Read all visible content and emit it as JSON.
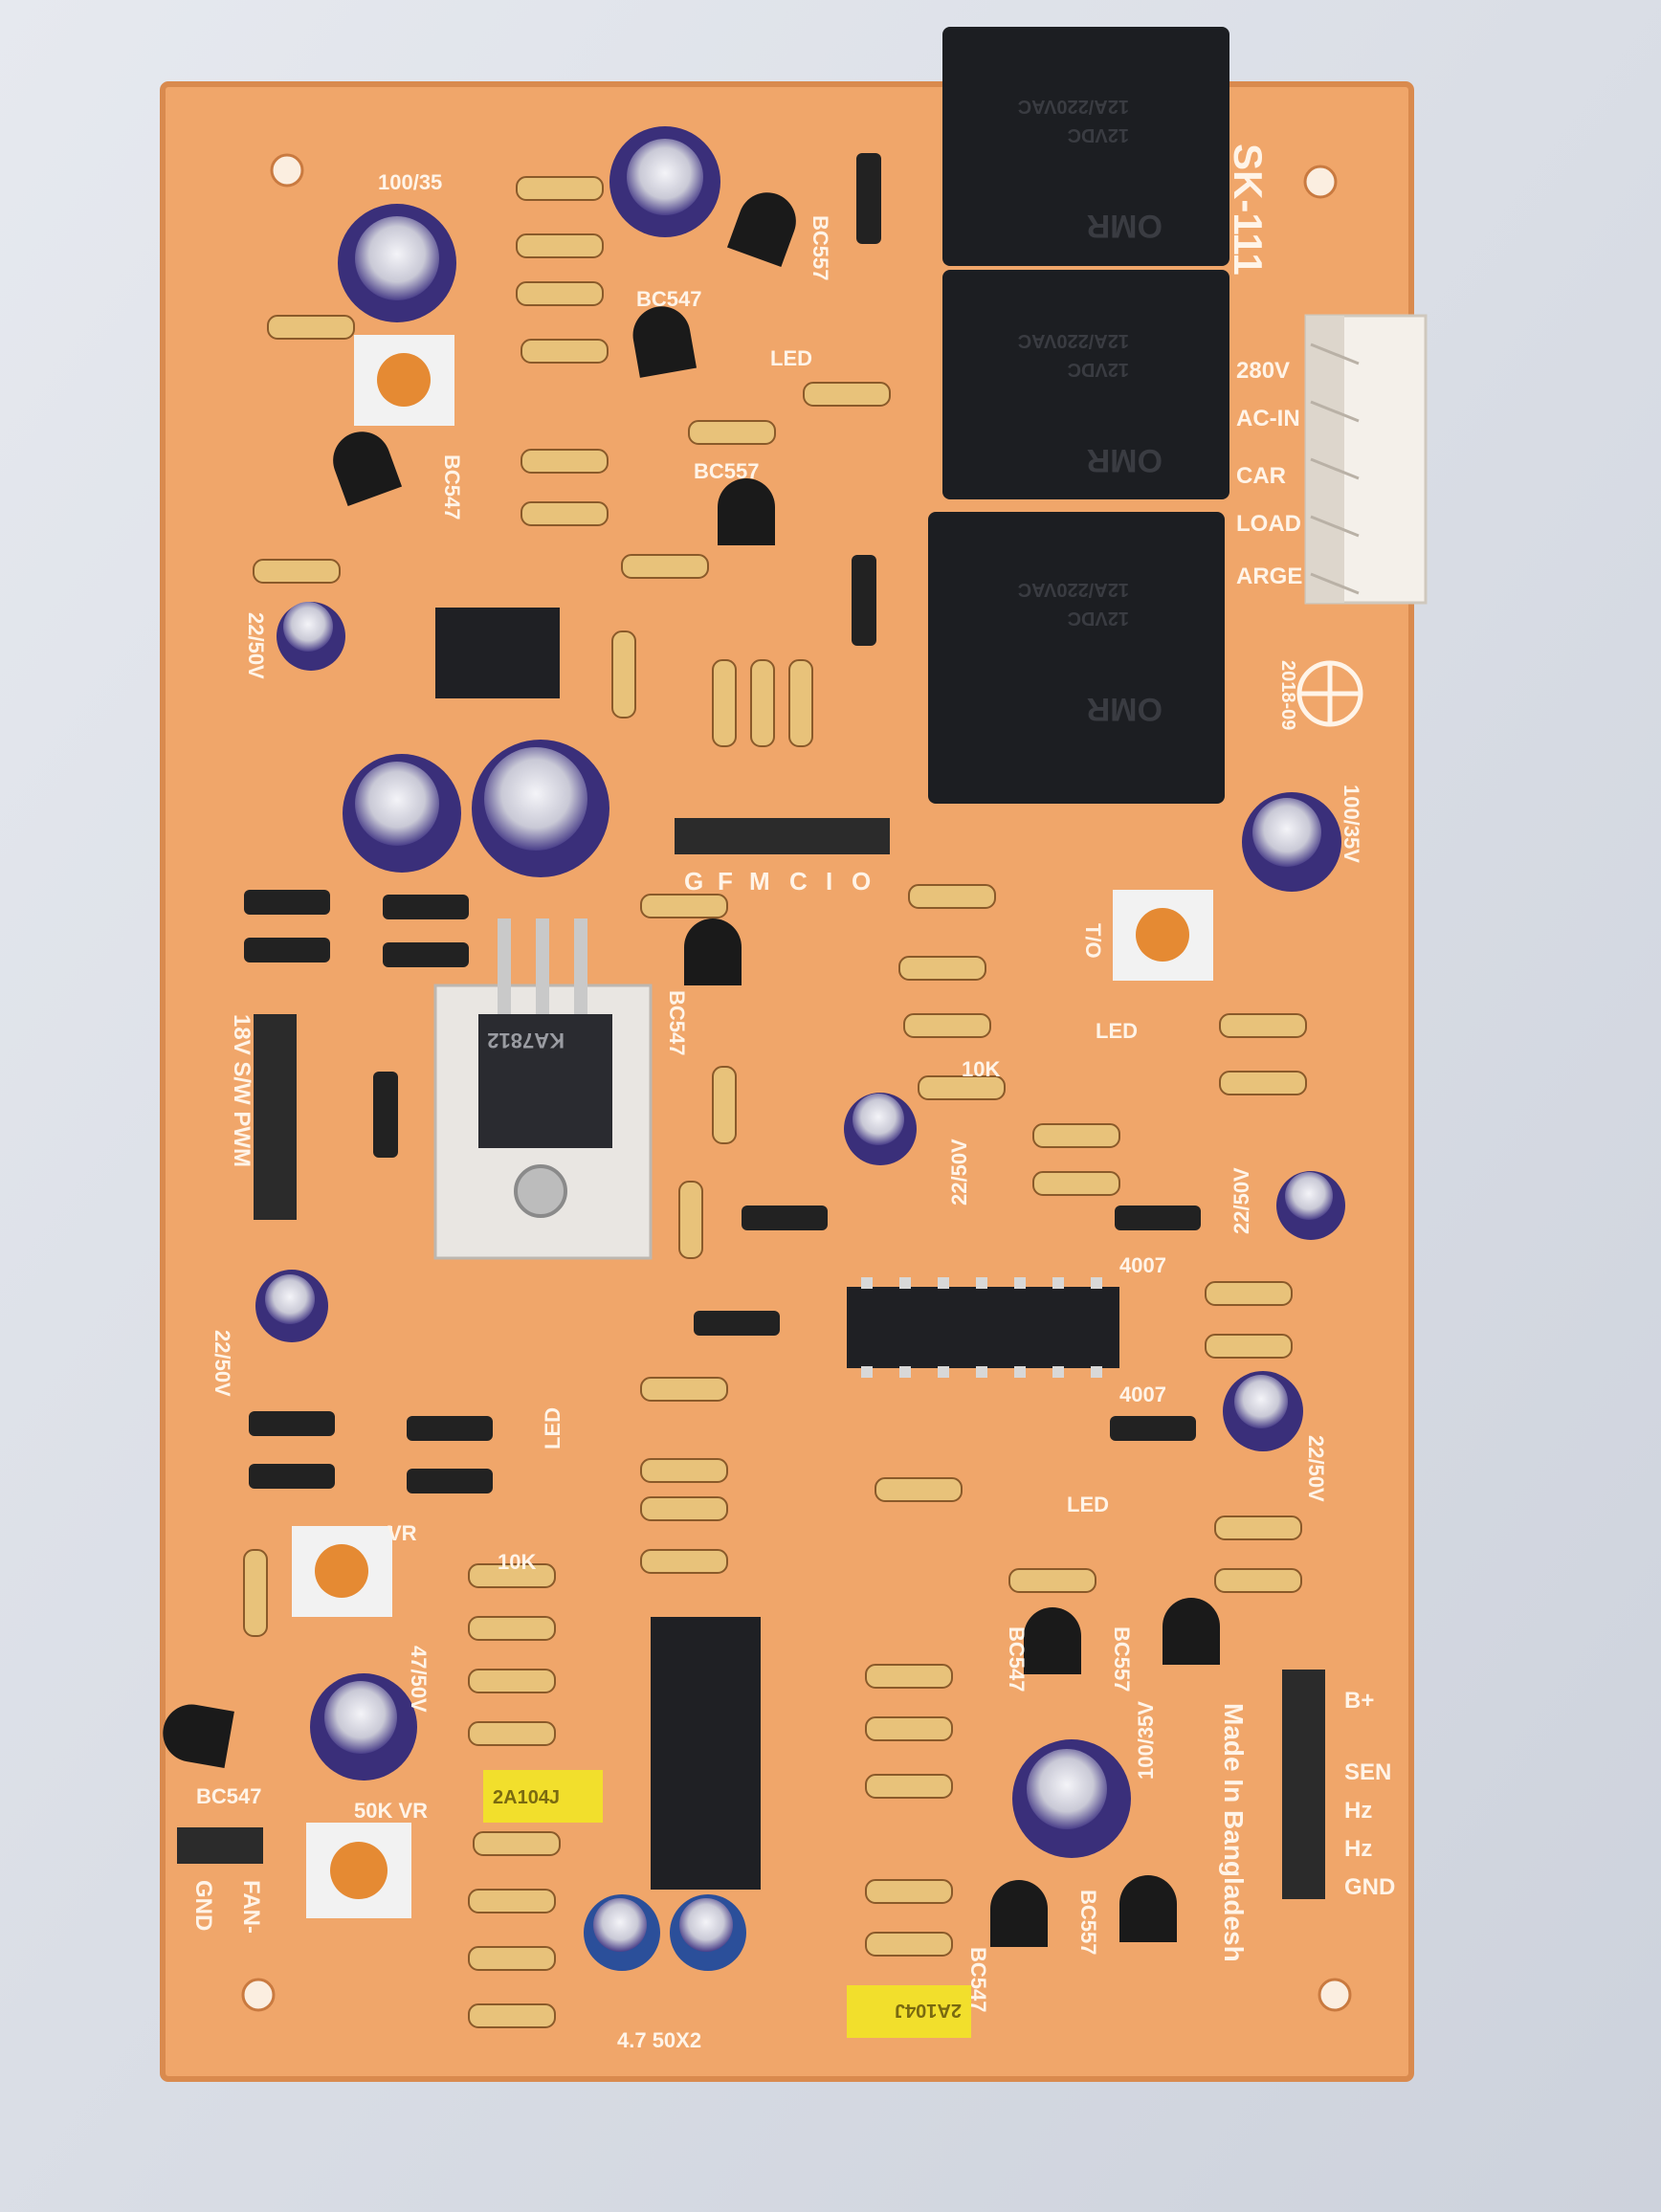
{
  "board": {
    "model": "SK-111",
    "date": "2018-09",
    "origin": "Made In Bangladesh",
    "colors": {
      "pcb": "#f0a66a",
      "pcb_edge": "#d98a4e",
      "silk": "#fff4e8",
      "relay": "#1c1e22",
      "cap": "#3a2f7a",
      "resistor": "#e8c27a",
      "diode": "#222222",
      "ic": "#1f2024",
      "trimmer": "#f2f2f2",
      "film_cap": "#f2df2c"
    }
  },
  "relays": [
    {
      "brand": "OMR",
      "rating1": "12VDC",
      "rating2": "12A/220VAC"
    },
    {
      "brand": "OMR",
      "rating1": "12VDC",
      "rating2": "12A/220VAC"
    },
    {
      "brand": "OMR",
      "rating1": "12VDC",
      "rating2": "12A/220VAC"
    }
  ],
  "terminal_labels": [
    "280V",
    "AC-IN",
    "CAR",
    "LOAD",
    "ARGE"
  ],
  "connector_header_labels": [
    "G",
    "F",
    "M",
    "C",
    "I",
    "O"
  ],
  "connector_bottom_right_labels": [
    "B+",
    "SEN",
    "Hz",
    "Hz",
    "GND"
  ],
  "regulator": {
    "part": "KA7812"
  },
  "silkscreen": {
    "cap_100_35_top": "100/35",
    "bc547_a": "BC547",
    "bc557_a": "BC557",
    "bc547_b": "BC547",
    "bc557_b": "BC557",
    "cap_22_50_a": "22/50V",
    "led_a": "LED",
    "cap_100_35_right": "100/35V",
    "to_label": "T/O",
    "led_b": "LED",
    "bc547_c": "BC547",
    "switch_label": "18V S/W PWM",
    "cap_22_50_b": "22/50V",
    "cap_22_50_c": "22/50V",
    "d4007_a": "4007",
    "d4007_b": "4007",
    "cap_22_50_d": "22/50V",
    "led_c": "LED",
    "led_d": "LED",
    "cap_22_50_e": "22/50V",
    "cap_47_50": "47/50V",
    "vr_a": "VR",
    "vr_b": "50K VR",
    "bc547_d": "BC547",
    "fan_label": "FAN-",
    "gnd_label": "GND",
    "film_a": "2A104J",
    "film_b": "2A104J",
    "cap_100_35_bottom": "100/35V",
    "bc547_e": "BC547",
    "bc557_c": "BC557",
    "bc557_d": "BC557",
    "bc547_f": "BC547",
    "cap_4_7": "4.7 50X2",
    "res_10k_a": "10K",
    "res_10k_b": "10K"
  }
}
